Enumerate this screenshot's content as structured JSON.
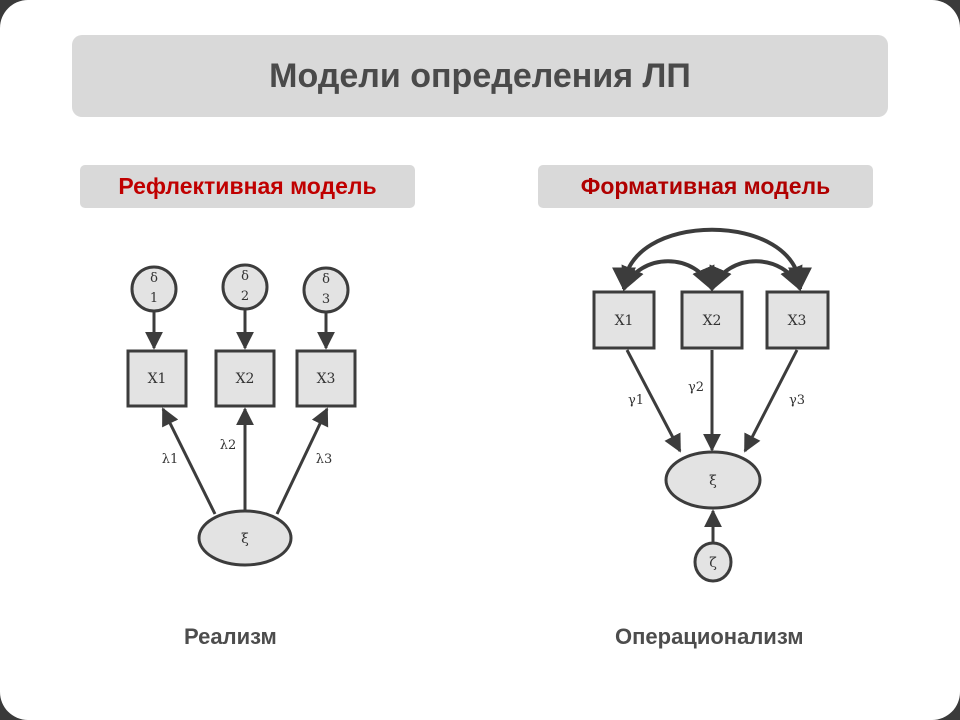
{
  "title": "Модели определения ЛП",
  "left": {
    "label": "Рефлективная модель",
    "caption": "Реализм",
    "errors": [
      {
        "sym": "δ",
        "idx": "1"
      },
      {
        "sym": "δ",
        "idx": "2"
      },
      {
        "sym": "δ",
        "idx": "3"
      }
    ],
    "indicators": [
      "X1",
      "X2",
      "X3"
    ],
    "loadings": [
      "λ1",
      "λ2",
      "λ3"
    ],
    "latent": "ξ"
  },
  "right": {
    "label": "Формативная модель",
    "caption": "Операционализм",
    "indicators": [
      "X1",
      "X2",
      "X3"
    ],
    "weights": [
      "γ1",
      "γ2",
      "γ3"
    ],
    "latent": "ξ",
    "disturbance": "ζ"
  },
  "colors": {
    "node_fill": "#e3e3e3",
    "stroke": "#3c3c3c",
    "label_bg": "#d9d9d9",
    "accent_red": "#c00000"
  }
}
